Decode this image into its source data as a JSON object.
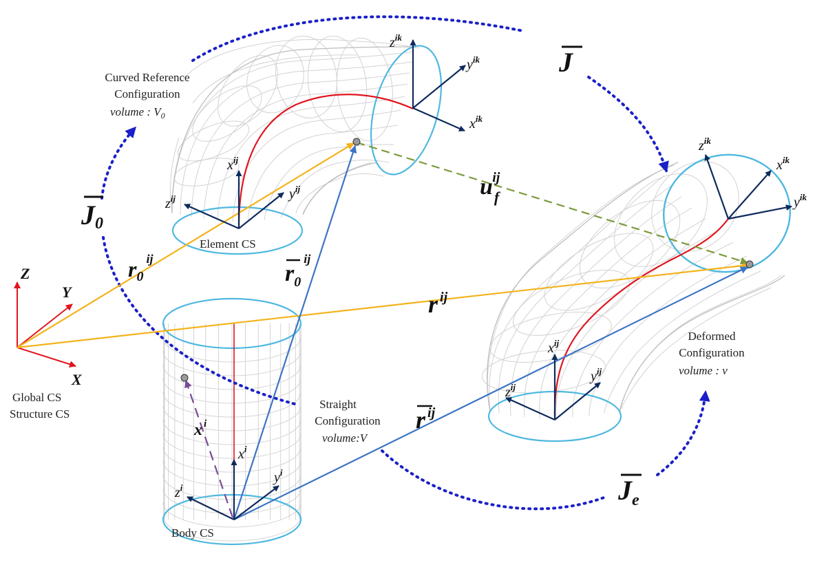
{
  "labels": {
    "curved_line1": "Curved Reference",
    "curved_line2": "Configuration",
    "curved_volume": "volume : V",
    "curved_volume_sub": "0",
    "element_cs": "Element CS",
    "global_cs": "Global CS",
    "structure_cs": "Structure CS",
    "straight_line1": "Straight",
    "straight_line2": "Configuration",
    "straight_volume": "volume:V",
    "deformed_line1": "Deformed",
    "deformed_line2": "Configuration",
    "deformed_volume": "volume : v",
    "body_cs": "Body CS"
  },
  "symbols": {
    "J": "J",
    "J0_main": "J",
    "J0_sub": "0",
    "Je_main": "J",
    "Je_sub": "e",
    "u_main": "u",
    "u_sub": "f",
    "u_sup": "ij",
    "r0_main": "r",
    "r0_sub": "0",
    "r0_sup": "ij",
    "r0bar_main": "r",
    "r0bar_sub": "0",
    "r0bar_sup": "ij",
    "r_main": "r",
    "r_sup": "ij",
    "rbar_main": "r",
    "rbar_sup": "ij",
    "xi_main": "x",
    "xi_sup": "i"
  },
  "axes": {
    "global": {
      "x": "X",
      "y": "Y",
      "z": "Z"
    },
    "element": {
      "x": "x",
      "y": "y",
      "z": "z",
      "sup": "ij"
    },
    "ik_curved": {
      "x": "x",
      "y": "y",
      "z": "z",
      "sup": "ik"
    },
    "ik_deformed": {
      "x": "x",
      "y": "y",
      "z": "z",
      "sup": "ik"
    },
    "element_deformed": {
      "x": "x",
      "y": "y",
      "z": "z",
      "sup": "ij"
    },
    "body": {
      "x": "x",
      "y": "y",
      "z": "z",
      "sup": "i"
    }
  },
  "colors": {
    "mesh": "#cfcfcf",
    "ring": "#4fb8e0",
    "centerline": "#e0141e",
    "axis": "#0d2a5c",
    "global_axis": "#e0141e",
    "position_yellow": "#f4b31c",
    "position_blue": "#3d74c4",
    "displacement": "#7c9a3c",
    "local_vector": "#7b4a9a",
    "transform_arrow": "#1a1fc8"
  }
}
